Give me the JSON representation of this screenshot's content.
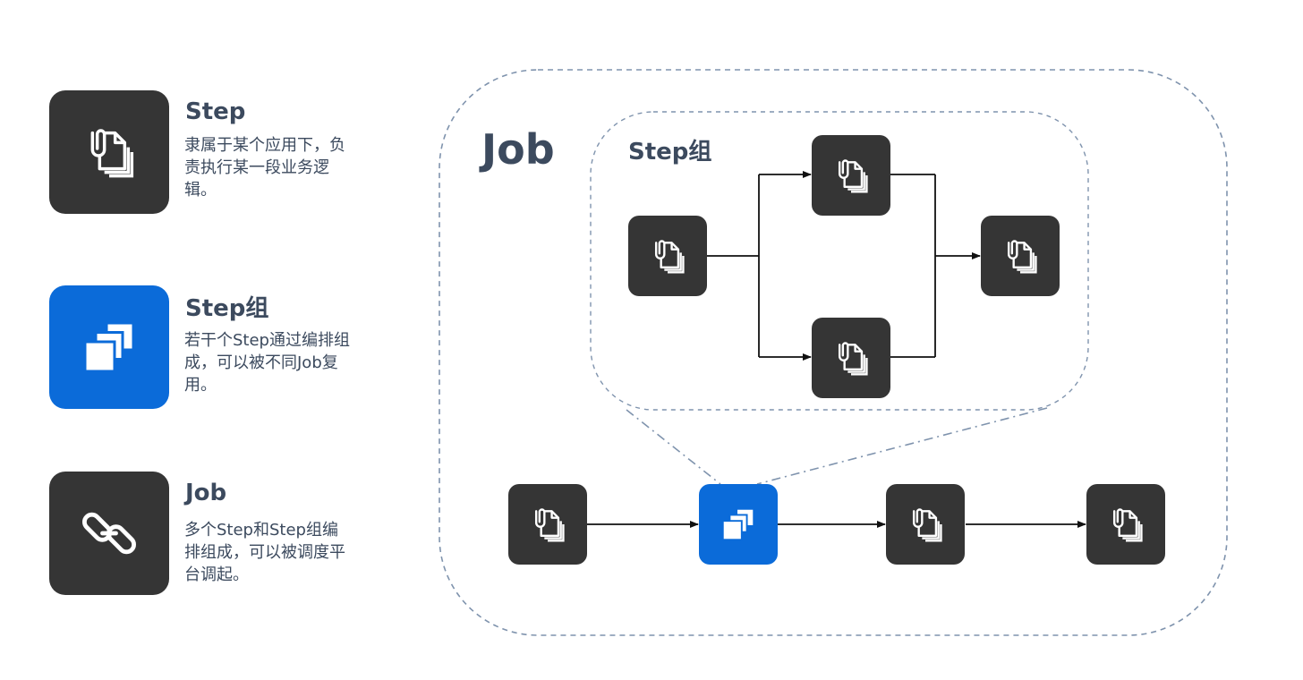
{
  "legend": [
    {
      "title": "Step",
      "desc": "隶属于某个应用下，负责执行某一段业务逻辑。",
      "icon": "document-clip-icon",
      "color": "#353535"
    },
    {
      "title": "Step组",
      "desc": "若干个Step通过编排组成，可以被不同Job复用。",
      "icon": "stacked-squares-icon",
      "color": "#0b6bd9"
    },
    {
      "title": "Job",
      "desc": "多个Step和Step组编排组成，可以被调度平台调起。",
      "icon": "chain-link-icon",
      "color": "#353535"
    }
  ],
  "diagram": {
    "job_label": "Job",
    "step_group_label": "Step组",
    "border_color": "#7f93ad",
    "arrow_color": "#111111"
  }
}
